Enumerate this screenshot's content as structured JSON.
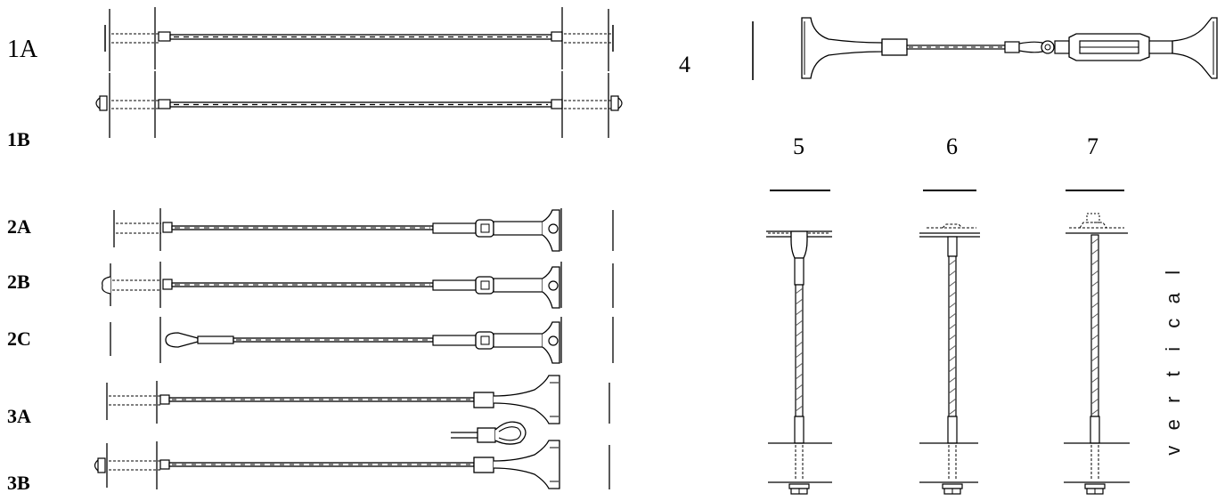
{
  "labels": {
    "l1A": "1A",
    "l1B": "1B",
    "l2A": "2A",
    "l2B": "2B",
    "l2C": "2C",
    "l3A": "3A",
    "l3B": "3B",
    "l4": "4",
    "l5": "5",
    "l6": "6",
    "l7": "7",
    "vertical": "vertical"
  },
  "colors": {
    "line": "#000000",
    "hatch": "#555555",
    "fitting": "#ffffff",
    "background": "#ffffff"
  }
}
